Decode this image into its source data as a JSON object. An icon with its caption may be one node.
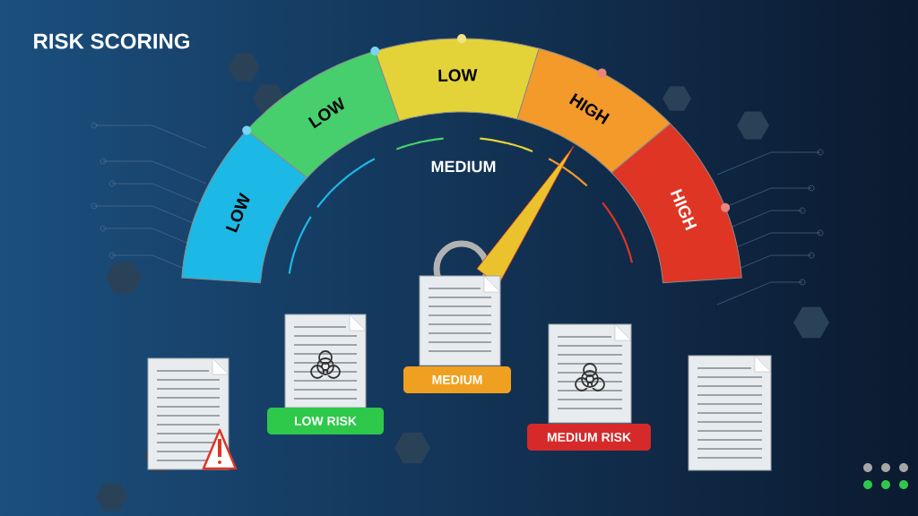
{
  "diagram": {
    "title": "RISK SCORING",
    "nodes": [
      {
        "text": [
          "LOW"
        ]
      },
      {
        "text": [
          "LOW"
        ]
      },
      {
        "text": [
          "LOW"
        ]
      },
      {
        "text": [
          "HIGH"
        ]
      },
      {
        "text": [
          "HIGH"
        ]
      },
      {
        "text": [],
        "shape": "document"
      },
      {
        "text": [],
        "shape": "document"
      },
      {
        "text": [
          "LOW RISK"
        ]
      },
      {
        "text": [],
        "shape": "document"
      },
      {
        "text": [
          "MEDIUM"
        ]
      },
      {
        "text": [],
        "shape": "document"
      },
      {
        "text": [
          "MEDIUM RISK"
        ]
      },
      {
        "text": [],
        "shape": "document"
      }
    ],
    "labels": [
      "MEDIUM"
    ]
  }
}
